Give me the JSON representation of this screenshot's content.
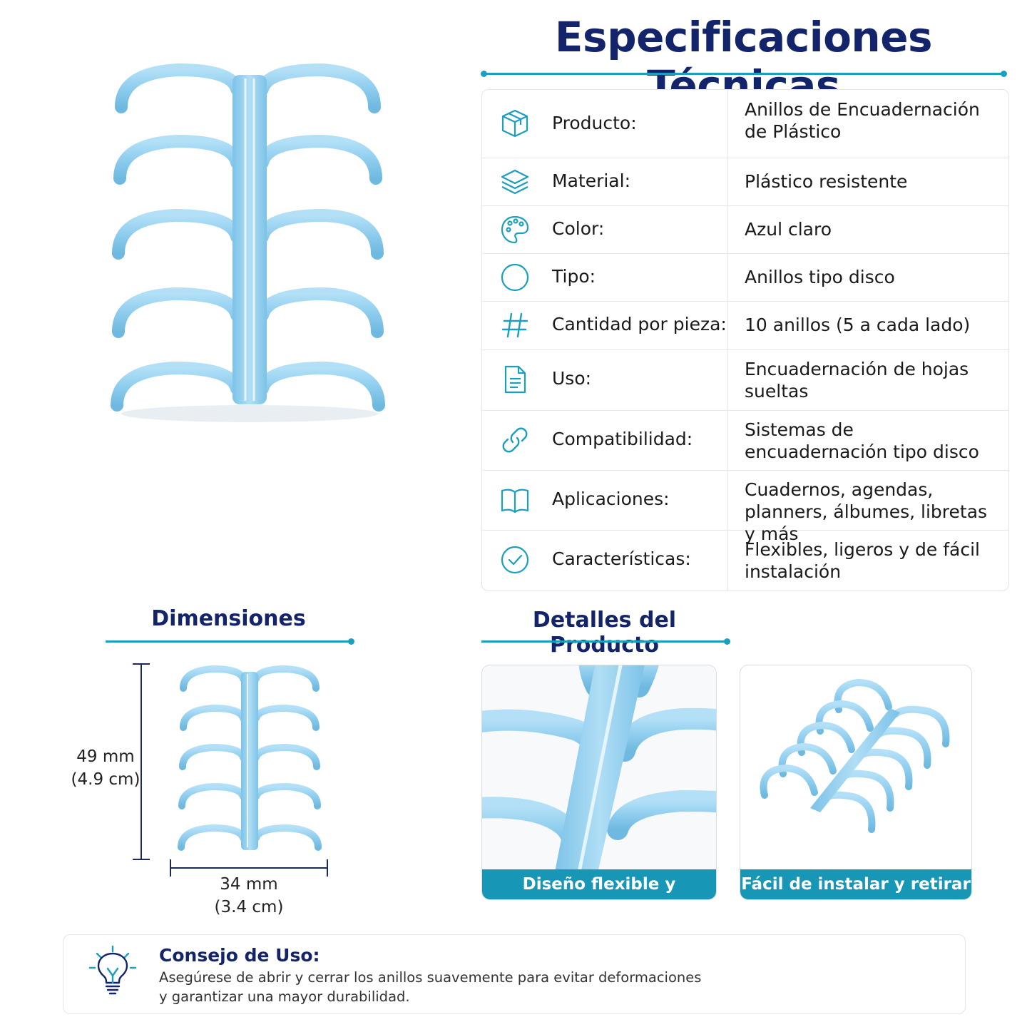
{
  "title": "Especificaciones Técnicas",
  "specs": [
    {
      "icon": "box-icon",
      "label": "Producto:",
      "value": "Anillos de Encuadernación de Plástico"
    },
    {
      "icon": "layers-icon",
      "label": "Material:",
      "value": "Plástico resistente"
    },
    {
      "icon": "palette-icon",
      "label": "Color:",
      "value": "Azul claro"
    },
    {
      "icon": "circle-icon",
      "label": "Tipo:",
      "value": "Anillos tipo disco"
    },
    {
      "icon": "hash-icon",
      "label": "Cantidad por pieza:",
      "value": "10 anillos (5 a cada lado)"
    },
    {
      "icon": "document-icon",
      "label": "Uso:",
      "value": "Encuadernación de hojas sueltas"
    },
    {
      "icon": "link-icon",
      "label": "Compatibilidad:",
      "value": "Sistemas de encuadernación tipo disco"
    },
    {
      "icon": "open-book-icon",
      "label": "Aplicaciones:",
      "value": "Cuadernos, agendas, planners, álbumes, libretas y más"
    },
    {
      "icon": "check-circle-icon",
      "label": "Características:",
      "value": "Flexibles, ligeros y de fácil instalación"
    }
  ],
  "dimensions": {
    "title": "Dimensiones",
    "height_mm": "49 mm",
    "height_cm": "(4.9 cm)",
    "width_mm": "34 mm",
    "width_cm": "(3.4 cm)"
  },
  "details": {
    "title": "Detalles del Producto",
    "cards": [
      {
        "caption": "Diseño flexible y resistente"
      },
      {
        "caption": "Fácil de instalar y retirar"
      }
    ]
  },
  "tip": {
    "icon": "lightbulb-icon",
    "title": "Consejo de Uso:",
    "line1": "Asegúrese de abrir y cerrar los anillos suavemente para evitar deformaciones",
    "line2": "y garantizar una mayor durabilidad."
  },
  "colors": {
    "navy": "#13246b",
    "teal": "#1a9fbf",
    "ring_blue": "#8ecdee"
  }
}
